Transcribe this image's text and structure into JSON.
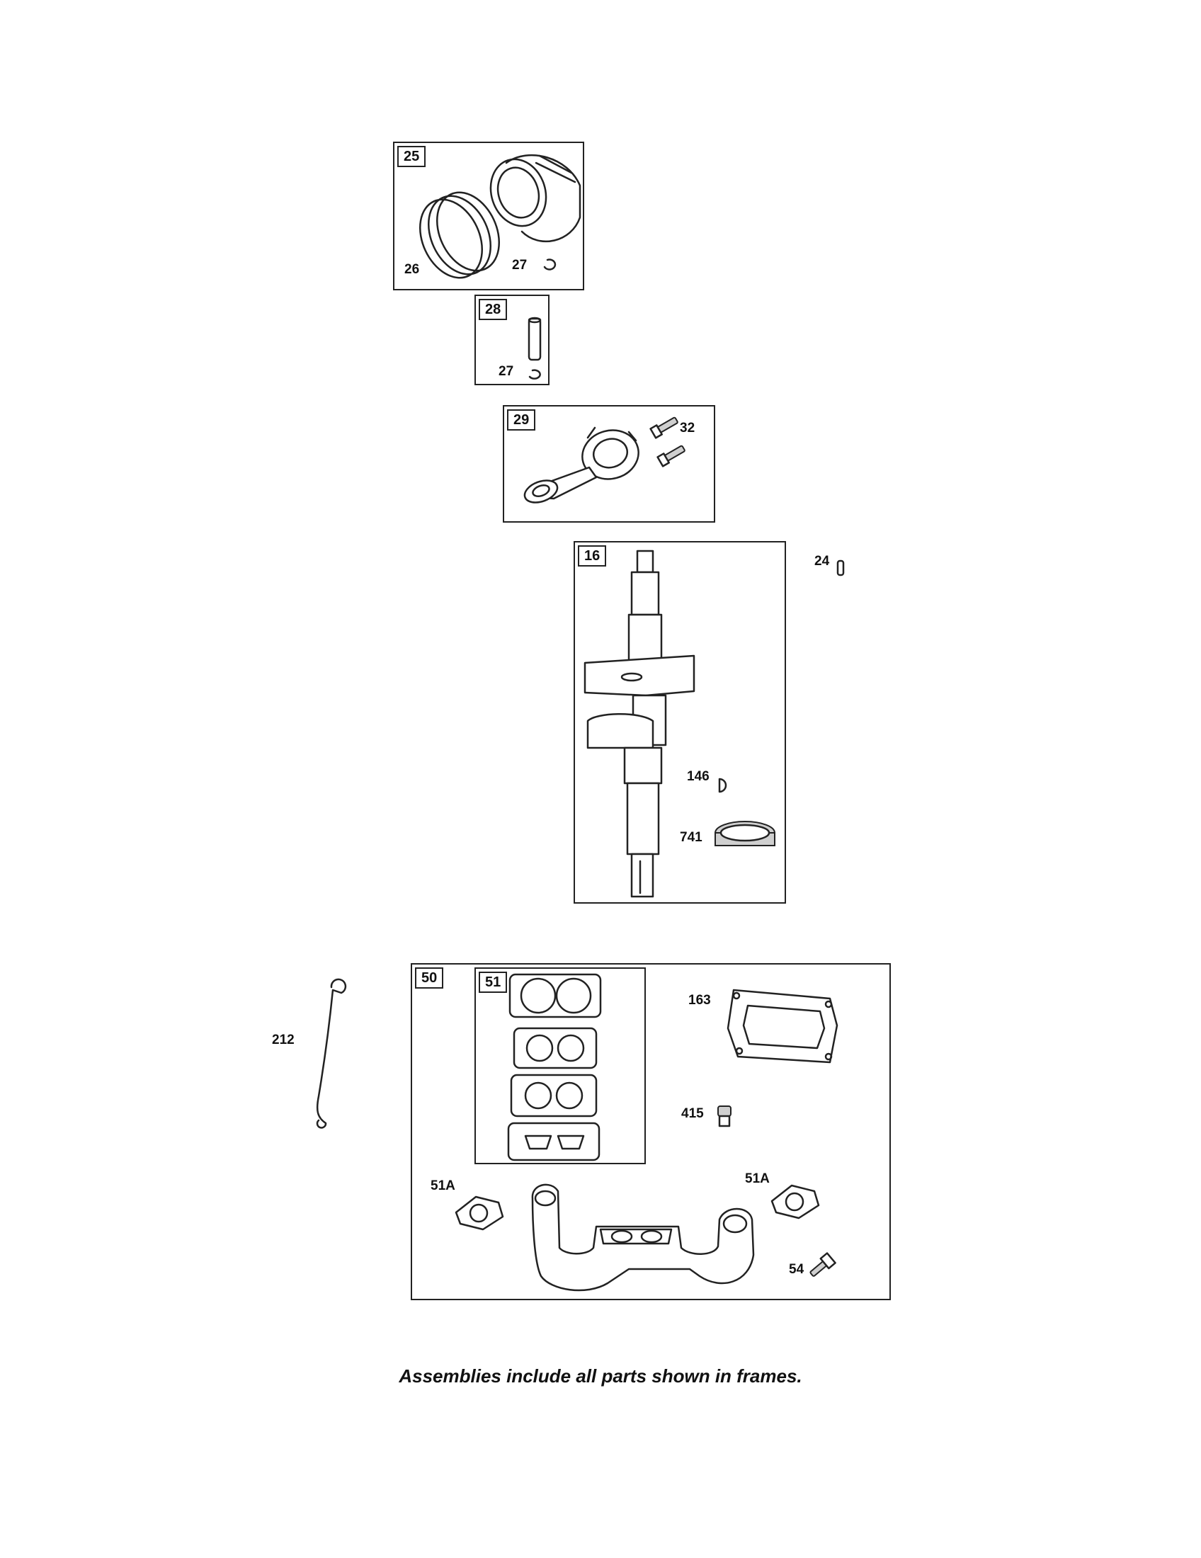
{
  "frames": {
    "piston": "25",
    "piston_pin": "28",
    "connecting_rod": "29",
    "crankshaft": "16",
    "gasket_set": "50",
    "head_gasket_set": "51"
  },
  "callouts": {
    "rings": "26",
    "retainer_a": "27",
    "retainer_b": "27",
    "rod_bolt": "32",
    "key_24": "24",
    "key_146": "146",
    "gear_741": "741",
    "link_212": "212",
    "gasket_163": "163",
    "fitting_415": "415",
    "manifold_gasket_left": "51A",
    "manifold_gasket_right": "51A",
    "screw_54": "54"
  },
  "footnote": "Assemblies include all parts shown in frames."
}
